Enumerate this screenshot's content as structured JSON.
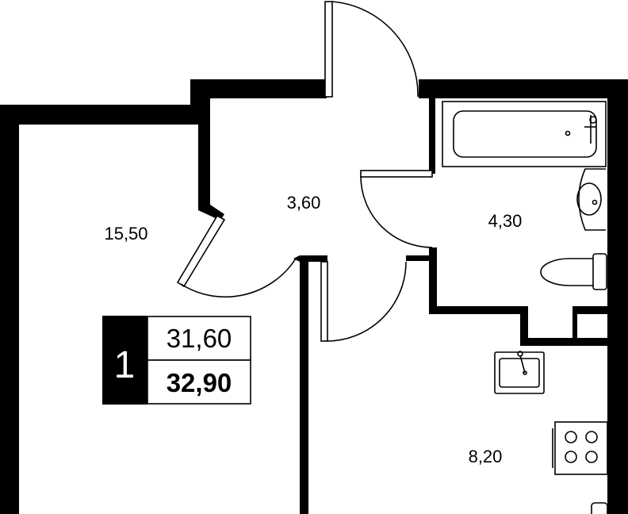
{
  "rooms": {
    "living_room_area": "15,50",
    "hall_area": "3,60",
    "bathroom_area": "4,30",
    "kitchen_area": "8,20"
  },
  "summary": {
    "room_count": "1",
    "living_area": "31,60",
    "total_area": "32,90"
  },
  "colors": {
    "wall": "#000000",
    "background": "#ffffff"
  }
}
